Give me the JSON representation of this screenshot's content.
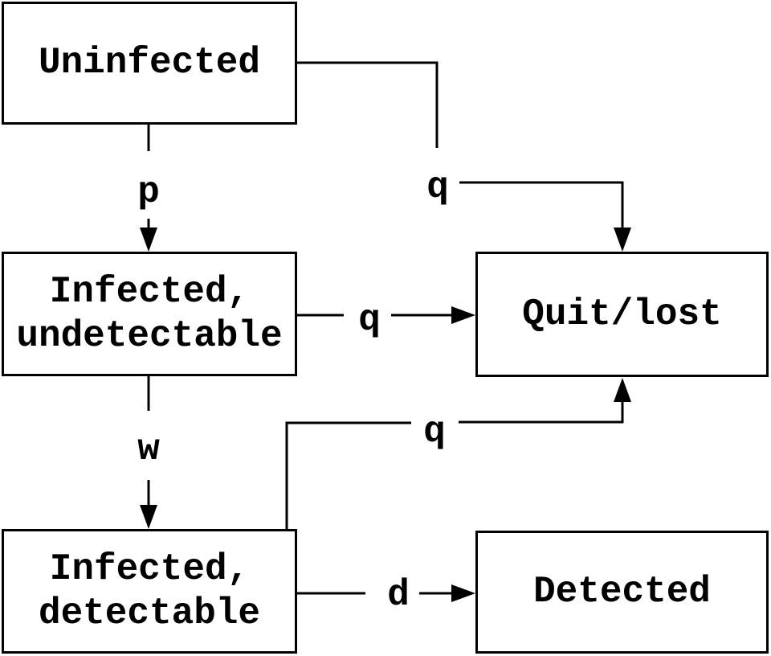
{
  "diagram": {
    "background_color": "#ffffff",
    "line_color": "#000000",
    "box_fill_color": "#ffffff",
    "text_color": "#000000",
    "nodes": [
      {
        "id": "uninfected",
        "lines": [
          "Uninfected"
        ]
      },
      {
        "id": "infected-undetectable",
        "lines": [
          "Infected,",
          "undetectable"
        ]
      },
      {
        "id": "infected-detectable",
        "lines": [
          "Infected,",
          "detectable"
        ]
      },
      {
        "id": "quit-lost",
        "lines": [
          "Quit/lost"
        ]
      },
      {
        "id": "detected",
        "lines": [
          "Detected"
        ]
      }
    ],
    "edges": [
      {
        "from": "uninfected",
        "to": "infected-undetectable",
        "label": "p"
      },
      {
        "from": "uninfected",
        "to": "quit-lost",
        "label": "q"
      },
      {
        "from": "infected-undetectable",
        "to": "quit-lost",
        "label": "q"
      },
      {
        "from": "infected-undetectable",
        "to": "infected-detectable",
        "label": "w"
      },
      {
        "from": "infected-detectable",
        "to": "quit-lost",
        "label": "q"
      },
      {
        "from": "infected-detectable",
        "to": "detected",
        "label": "d"
      }
    ]
  }
}
